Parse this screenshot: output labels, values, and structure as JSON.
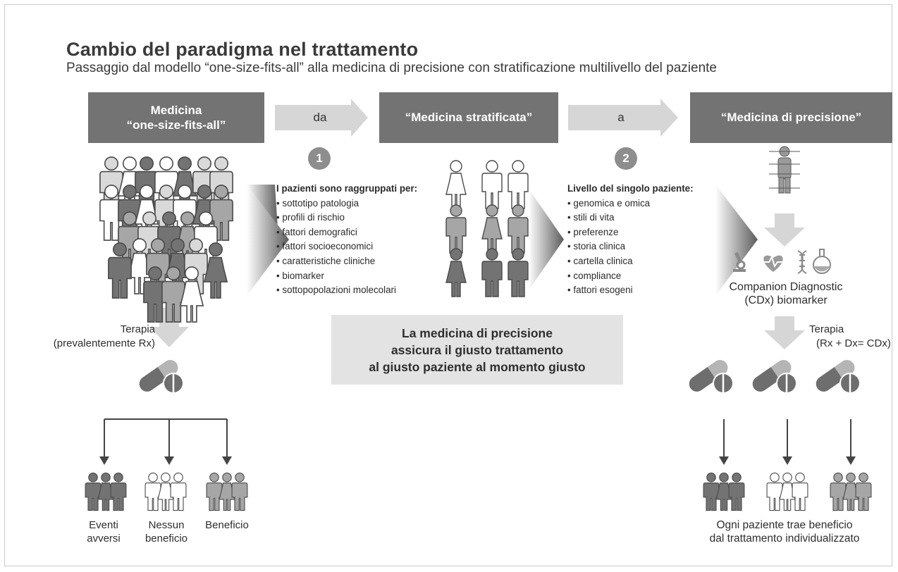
{
  "title": "Cambio del paradigma nel trattamento",
  "subtitle": "Passaggio dal modello “one-size-fits-all” alla medicina di precisione con stratificazione multilivello del paziente",
  "headers": {
    "left_line1": "Medicina",
    "left_line2": "“one-size-fits-all”",
    "middle": "“Medicina stratificata”",
    "right": "“Medicina di precisione”"
  },
  "arrows": {
    "from": "da",
    "to": "a"
  },
  "steps": {
    "one": "1",
    "two": "2"
  },
  "group_list": {
    "heading": "I pazienti sono raggruppati per:",
    "items": [
      "sottotipo patologia",
      "profili di rischio",
      "fattori demografici",
      "fattori socioeconomici",
      "caratteristiche cliniche",
      "biomarker",
      "sottopopolazioni molecolari"
    ]
  },
  "patient_list": {
    "heading": "Livello del singolo paziente:",
    "items": [
      "genomica e omica",
      "stili di vita",
      "preferenze",
      "storia clinica",
      "cartella clinica",
      "compliance",
      "fattori esogeni"
    ]
  },
  "key_message": {
    "line1": "La medicina di precisione",
    "line2": "assicura il giusto trattamento",
    "line3": "al giusto paziente al momento giusto"
  },
  "left_therapy": {
    "line1": "Terapia",
    "line2": "(prevalentemente Rx)"
  },
  "right_therapy": {
    "line1": "Terapia",
    "line2": "(Rx + Dx= CDx)"
  },
  "cdx": {
    "line1": "Companion Diagnostic",
    "line2": "(CDx) biomarker"
  },
  "outcomes": {
    "adverse_line1": "Eventi",
    "adverse_line2": "avversi",
    "none_line1": "Nessun",
    "none_line2": "beneficio",
    "benefit": "Beneficio"
  },
  "final": {
    "line1": "Ogni paziente trae beneficio",
    "line2": "dal trattamento individualizzato"
  },
  "colors": {
    "dark": "#737373",
    "mid": "#a6a6a6",
    "light": "#d9d9d9",
    "white": "#ffffff"
  },
  "icons": [
    "microscope-icon",
    "heart-pulse-icon",
    "dna-icon",
    "flask-icon"
  ]
}
